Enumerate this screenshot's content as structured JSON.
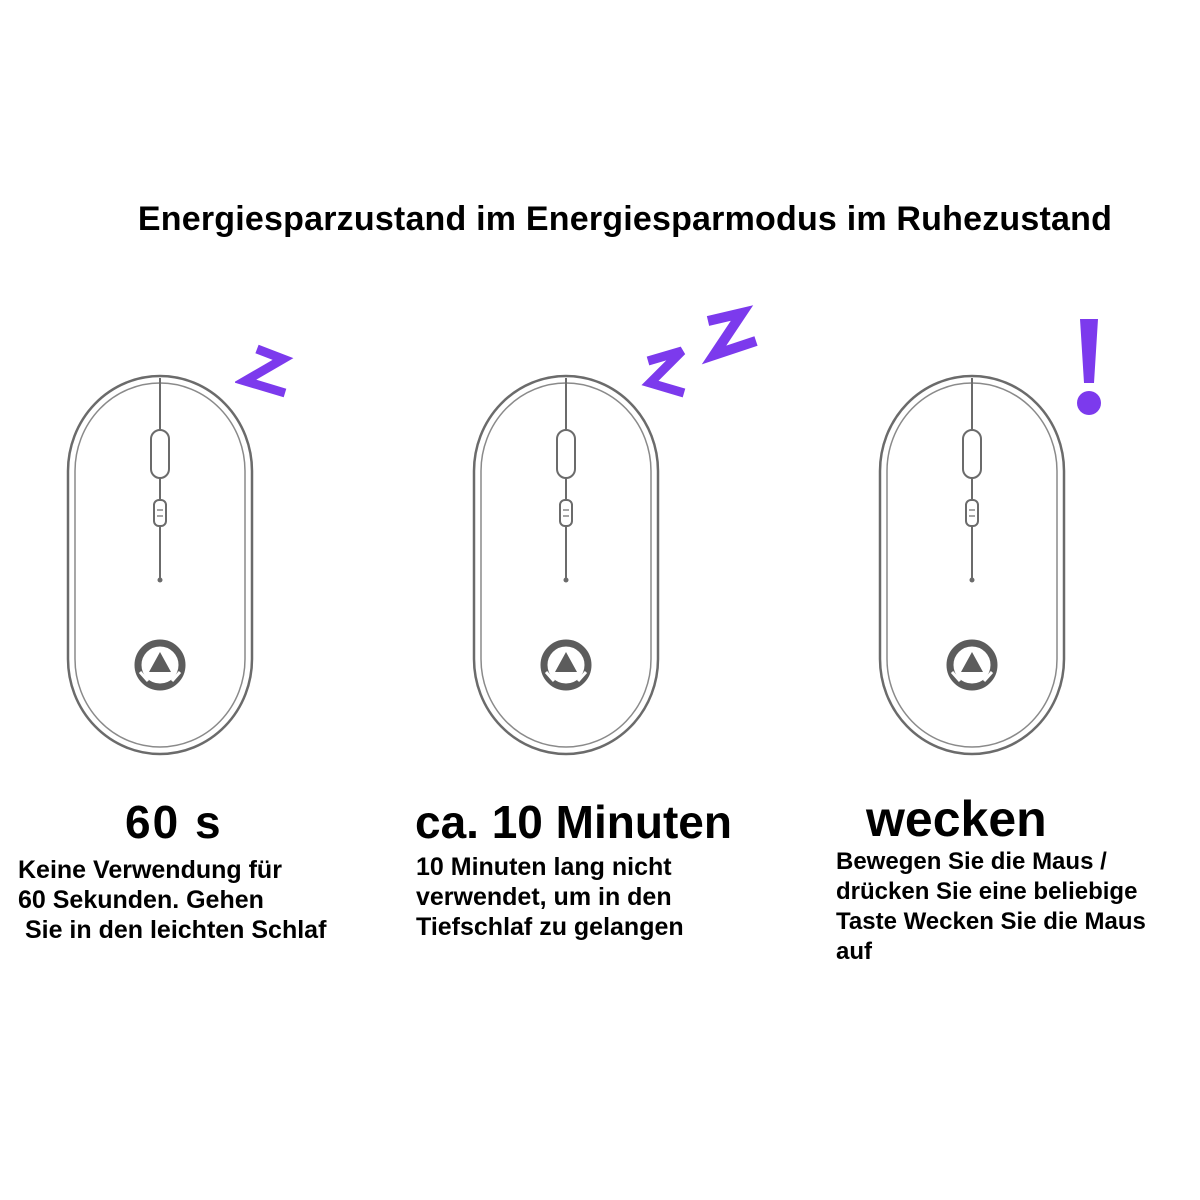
{
  "title": "Energiesparzustand im Energiesparmodus im Ruhezustand",
  "colors": {
    "accent": "#7c3aed",
    "outline": "#6b6b6b",
    "logo": "#5c5c5c"
  },
  "stages": [
    {
      "icon": "sleep-z-icon",
      "heading": "60 s",
      "lines": [
        "Keine Verwendung für",
        "60 Sekunden. Gehen",
        " Sie in den leichten Schlaf"
      ]
    },
    {
      "icon": "deep-sleep-zz-icon",
      "heading": "ca. 10 Minuten",
      "lines": [
        "10 Minuten lang nicht",
        "verwendet, um in den",
        "Tiefschlaf zu gelangen"
      ]
    },
    {
      "icon": "exclamation-icon",
      "heading": "wecken",
      "lines": [
        "Bewegen Sie die Maus /",
        "drücken Sie eine beliebige",
        "Taste Wecken Sie die Maus",
        "auf"
      ]
    }
  ]
}
